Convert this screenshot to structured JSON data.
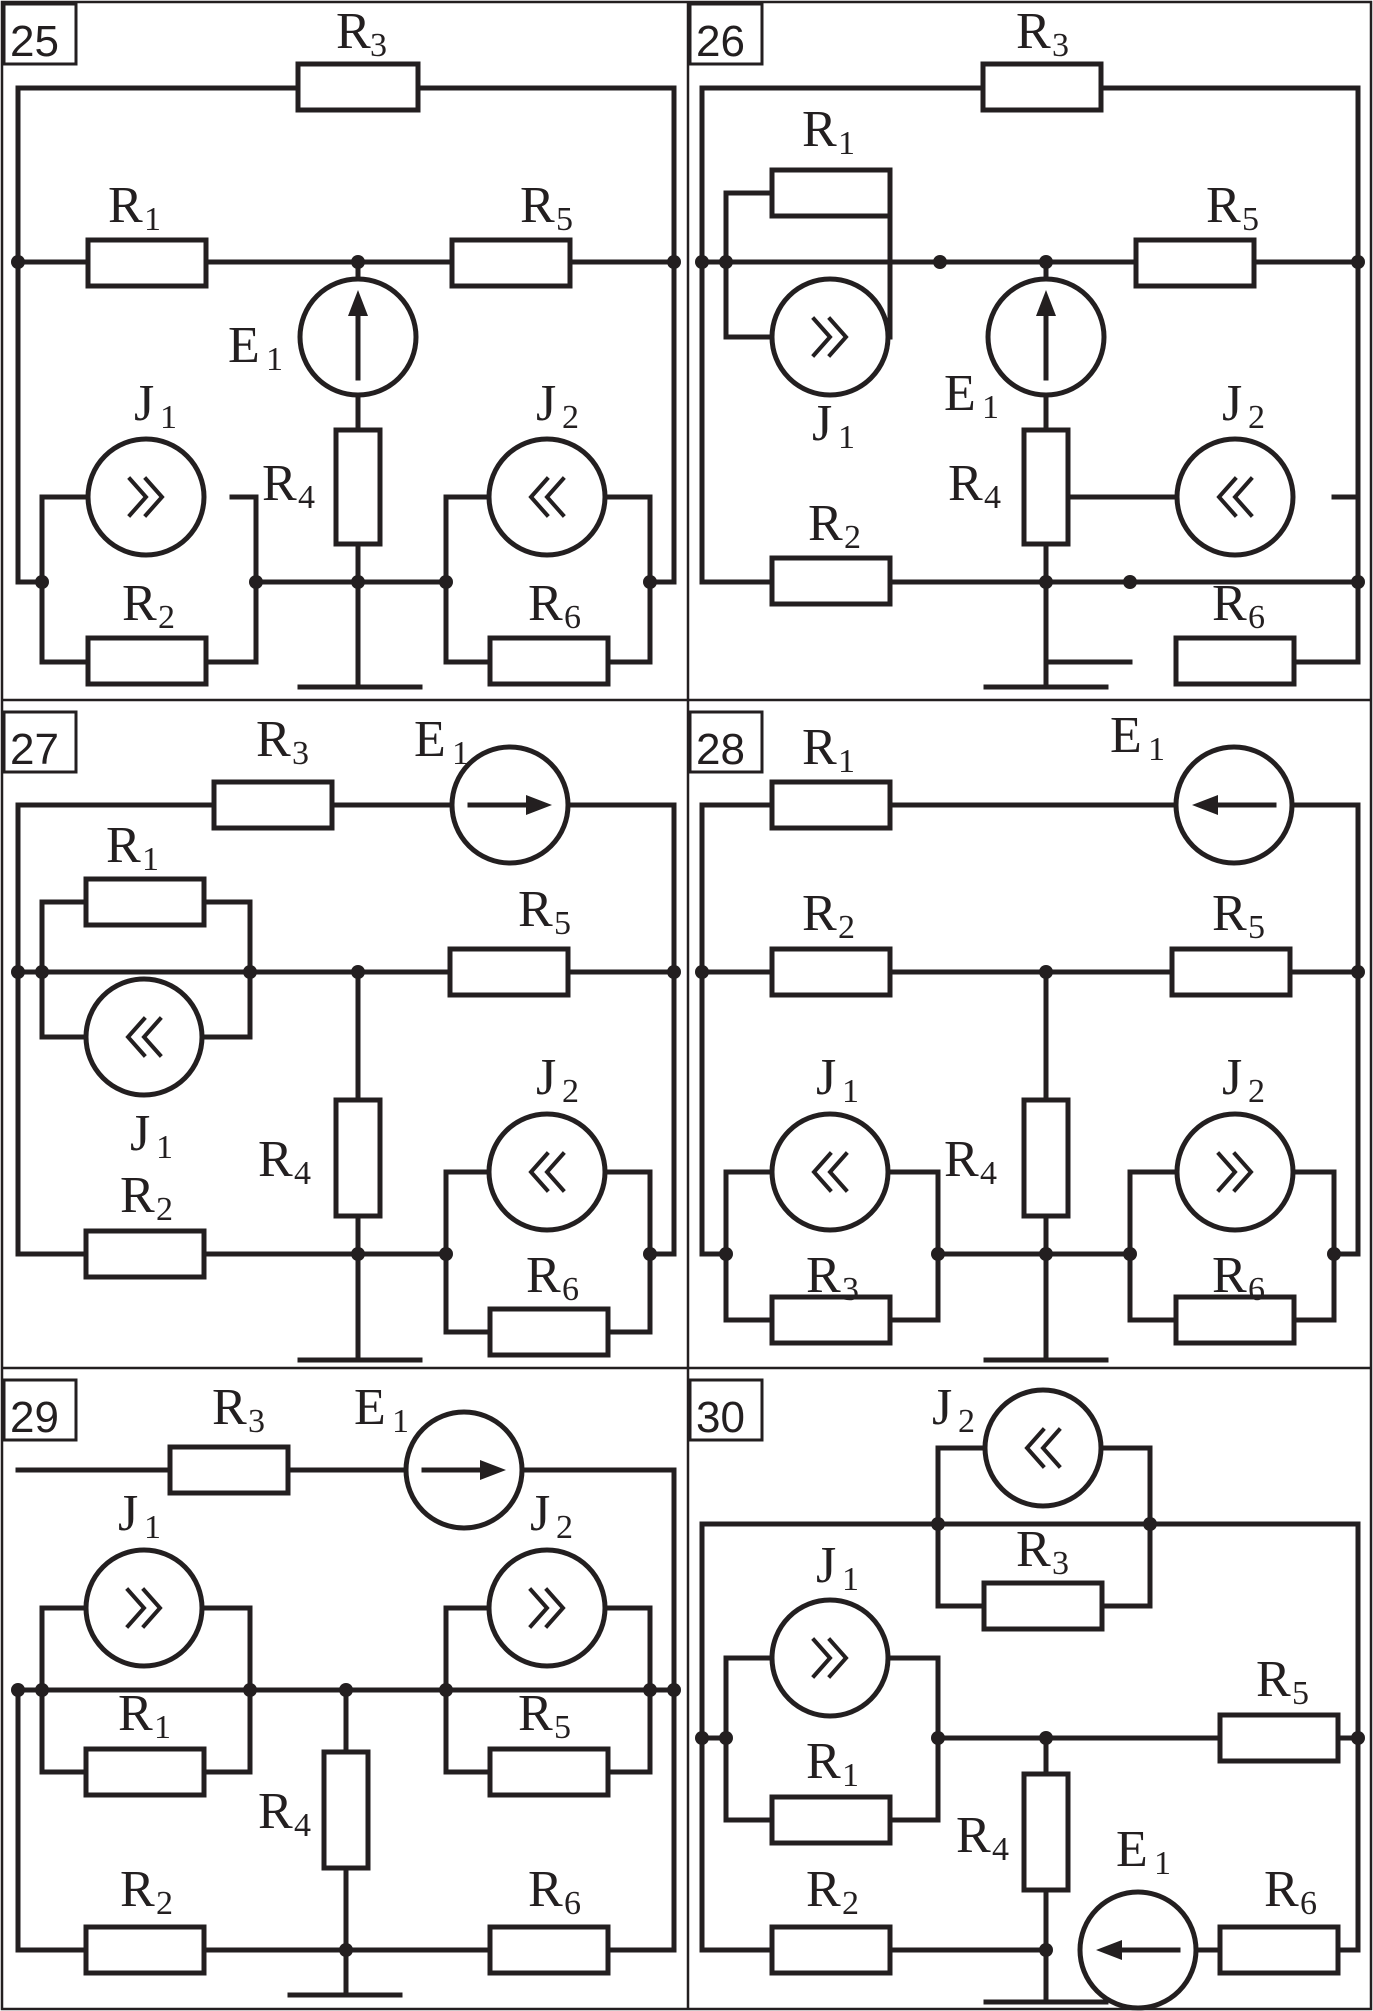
{
  "panels": [
    {
      "number": "25",
      "labels": {
        "R3": [
          "R",
          "3"
        ],
        "R1": [
          "R",
          "1"
        ],
        "R5": [
          "R",
          "5"
        ],
        "E1": [
          "E",
          "1"
        ],
        "J1": [
          "J",
          "1"
        ],
        "J2": [
          "J",
          "2"
        ],
        "R4": [
          "R",
          "4"
        ],
        "R2": [
          "R",
          "2"
        ],
        "R6": [
          "R",
          "6"
        ]
      }
    },
    {
      "number": "26",
      "labels": {
        "R3": [
          "R",
          "3"
        ],
        "R1": [
          "R",
          "1"
        ],
        "R5": [
          "R",
          "5"
        ],
        "E1": [
          "E",
          "1"
        ],
        "J1": [
          "J",
          "1"
        ],
        "J2": [
          "J",
          "2"
        ],
        "R4": [
          "R",
          "4"
        ],
        "R2": [
          "R",
          "2"
        ],
        "R6": [
          "R",
          "6"
        ]
      }
    },
    {
      "number": "27",
      "labels": {
        "R3": [
          "R",
          "3"
        ],
        "E1": [
          "E",
          "1"
        ],
        "R1": [
          "R",
          "1"
        ],
        "R5": [
          "R",
          "5"
        ],
        "J1": [
          "J",
          "1"
        ],
        "J2": [
          "J",
          "2"
        ],
        "R4": [
          "R",
          "4"
        ],
        "R2": [
          "R",
          "2"
        ],
        "R6": [
          "R",
          "6"
        ]
      }
    },
    {
      "number": "28",
      "labels": {
        "R1": [
          "R",
          "1"
        ],
        "E1": [
          "E",
          "1"
        ],
        "R2": [
          "R",
          "2"
        ],
        "R5": [
          "R",
          "5"
        ],
        "J1": [
          "J",
          "1"
        ],
        "J2": [
          "J",
          "2"
        ],
        "R4": [
          "R",
          "4"
        ],
        "R3": [
          "R",
          "3"
        ],
        "R6": [
          "R",
          "6"
        ]
      }
    },
    {
      "number": "29",
      "labels": {
        "R3": [
          "R",
          "3"
        ],
        "E1": [
          "E",
          "1"
        ],
        "J1": [
          "J",
          "1"
        ],
        "J2": [
          "J",
          "2"
        ],
        "R1": [
          "R",
          "1"
        ],
        "R5": [
          "R",
          "5"
        ],
        "R4": [
          "R",
          "4"
        ],
        "R2": [
          "R",
          "2"
        ],
        "R6": [
          "R",
          "6"
        ]
      }
    },
    {
      "number": "30",
      "labels": {
        "J2": [
          "J",
          "2"
        ],
        "R3": [
          "R",
          "3"
        ],
        "J1": [
          "J",
          "1"
        ],
        "R5": [
          "R",
          "5"
        ],
        "R1": [
          "R",
          "1"
        ],
        "R4": [
          "R",
          "4"
        ],
        "E1": [
          "E",
          "1"
        ],
        "R2": [
          "R",
          "2"
        ],
        "R6": [
          "R",
          "6"
        ]
      }
    }
  ]
}
